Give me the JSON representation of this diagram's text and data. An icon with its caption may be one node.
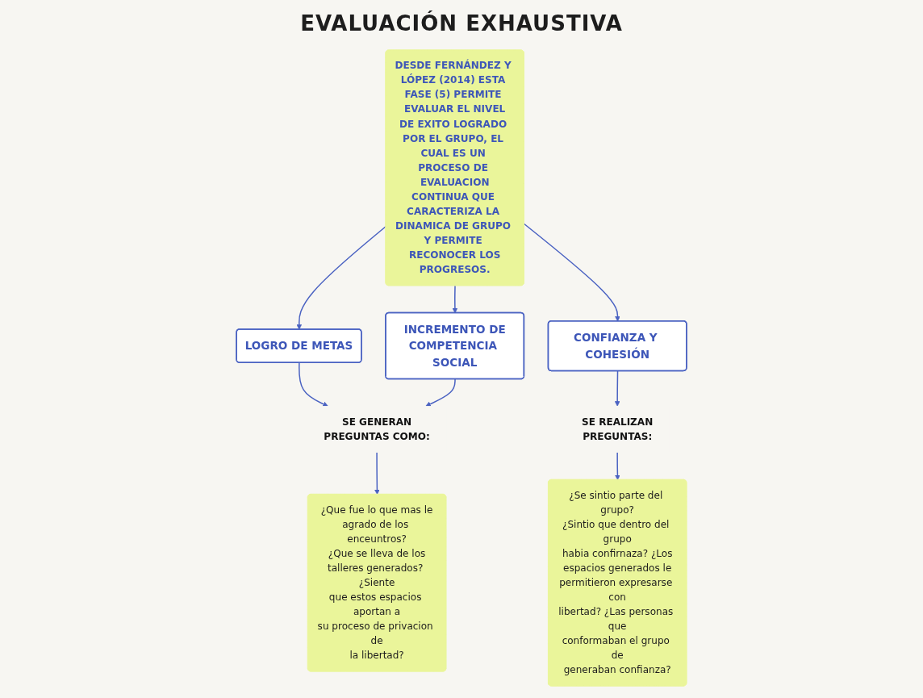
{
  "diagram": {
    "title": "EVALUACIÓN EXHAUSTIVA",
    "nodes": [
      {
        "text": [
          "DESDE FERNÁNDEZ Y LÓPEZ (2014) ESTA FASE (5) PERMITE EVALUAR EL NIVEL DE EXITO LOGRADO POR EL GRUPO, EL CUAL ES UN PROCESO DE EVALUACION CONTINUA QUE CARACTERIZA LA DINAMICA DE GRUPO Y PERMITE RECONOCER LOS PROGRESOS."
        ]
      },
      {
        "text": [
          "LOGRO DE METAS"
        ]
      },
      {
        "text": [
          "INCREMENTO DE COMPETENCIA SOCIAL"
        ]
      },
      {
        "text": [
          "CONFIANZA Y COHESIÓN"
        ]
      },
      {
        "text": [
          "SE GENERAN PREGUNTAS COMO:"
        ]
      },
      {
        "text": [
          "SE REALIZAN PREGUNTAS:"
        ]
      },
      {
        "text": [
          "¿Que fue lo que mas le agrado de los enceuntros? ¿Que se lleva de los talleres generados? ¿Siente que estos espacios aportan a su proceso de privacion de la libertad?"
        ]
      },
      {
        "text": [
          "¿Se sintio parte del grupo? ¿Sintio que dentro del grupo habia confirnaza? ¿Los espacios generados le permitieron expresarse con libertad? ¿Las personas que conformaban el grupo de generaban confianza?"
        ]
      }
    ],
    "edges": [
      {
        "from": 0,
        "to": 1,
        "arrow": "to"
      },
      {
        "from": 0,
        "to": 2,
        "arrow": "to"
      },
      {
        "from": 0,
        "to": 3,
        "arrow": "to"
      },
      {
        "from": 1,
        "to": 4,
        "arrow": "to"
      },
      {
        "from": 2,
        "to": 4,
        "arrow": "to"
      },
      {
        "from": 3,
        "to": 5,
        "arrow": "to"
      },
      {
        "from": 4,
        "to": 6,
        "arrow": "to"
      },
      {
        "from": 5,
        "to": 7,
        "arrow": "to"
      }
    ]
  }
}
